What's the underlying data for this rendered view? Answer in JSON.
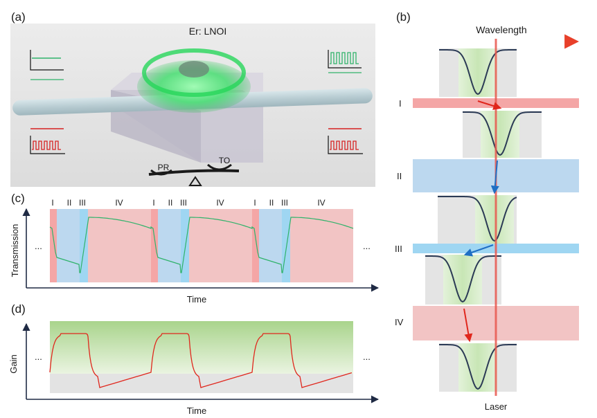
{
  "panels": {
    "a": {
      "tag": "(a)",
      "title": "Er: LNOI",
      "balance_left": "PR",
      "balance_right": "TO"
    },
    "b": {
      "tag": "(b)",
      "axis_label": "Wavelength",
      "laser_label": "Laser",
      "stages": [
        "I",
        "II",
        "III",
        "IV"
      ]
    },
    "c": {
      "tag": "(c)",
      "ylabel": "Transmission",
      "xlabel": "Time",
      "phase_labels": [
        "I",
        "II",
        "III",
        "IV",
        "I",
        "II",
        "III",
        "IV",
        "I",
        "II",
        "III",
        "IV"
      ],
      "ellipsis_left": "...",
      "ellipsis_right": "..."
    },
    "d": {
      "tag": "(d)",
      "ylabel": "Gain",
      "xlabel": "Time",
      "ellipsis_left": "...",
      "ellipsis_right": "..."
    }
  },
  "colors": {
    "stage_I": "#f4a6a6",
    "stage_II": "#bcd8ef",
    "stage_III": "#9fd6f2",
    "stage_IV": "#f2c4c4",
    "laser": "#e8584f",
    "green_trace": "#2fb36a",
    "red_trace": "#e0261c",
    "resonance": "#2b3a55"
  }
}
